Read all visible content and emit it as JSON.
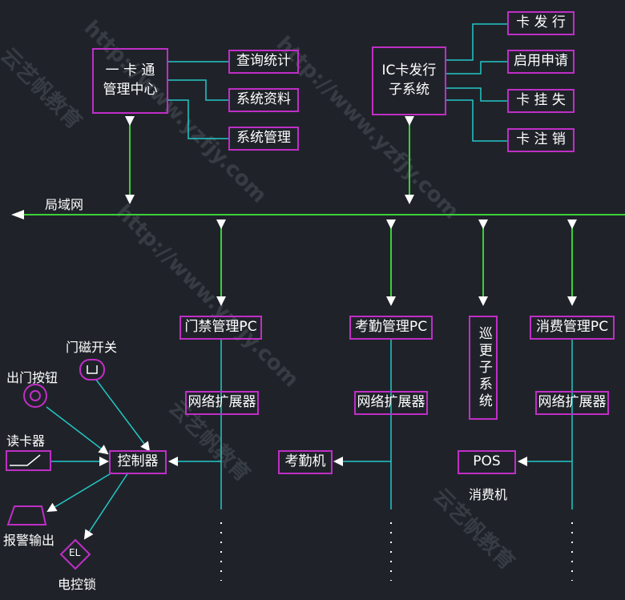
{
  "colors": {
    "background": "#1f2329",
    "bus": "#3ccf3c",
    "link": "#22c7c7",
    "box_border": "#c02ec6",
    "text": "#ffffff",
    "arrow": "#ffffff"
  },
  "network_label": "局域网",
  "center": {
    "line1": "一 卡 通",
    "line2": "管理中心",
    "items": [
      "查询统计",
      "系统资料",
      "系统管理"
    ]
  },
  "ic": {
    "line1": "IC卡发行",
    "line2": "子系统",
    "items": [
      "卡 发 行",
      "启用申请",
      "卡 挂 失",
      "卡 注 销"
    ]
  },
  "subsystems": {
    "access_pc": "门禁管理PC",
    "attendance_pc": "考勤管理PC",
    "patrol": "巡更子系统",
    "consume_pc": "消费管理PC"
  },
  "extender": "网络扩展器",
  "devices": {
    "controller": "控制器",
    "attendance_machine": "考勤机",
    "pos": "POS",
    "pos_label": "消费机"
  },
  "peripherals": {
    "door_switch": "门磁开关",
    "exit_button": "出门按钮",
    "card_reader": "读卡器",
    "alarm_output": "报警输出",
    "lock_symbol": "EL",
    "electric_lock": "电控锁"
  },
  "watermarks": [
    "http://www.yzfjy.com",
    "云艺帆教育"
  ]
}
